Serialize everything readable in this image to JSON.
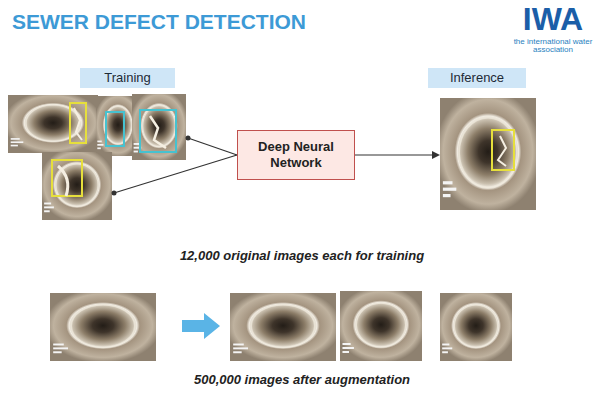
{
  "diagram": {
    "title": "SEWER DEFECT DETECTION",
    "nodes": [
      {
        "text": [
          "Training"
        ]
      },
      {
        "text": [
          "Inference"
        ]
      },
      {
        "text": [
          "Deep Neural Network"
        ]
      }
    ],
    "labels": [
      "IWA",
      "the international water association",
      "12,000 original images each for training",
      "500,000 images after augmentation"
    ]
  }
}
